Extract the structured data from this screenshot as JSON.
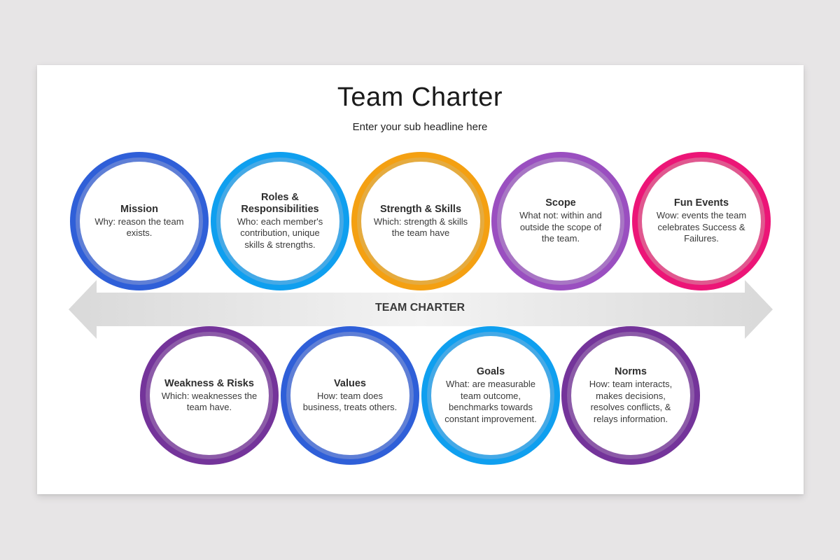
{
  "slide": {
    "title": "Team Charter",
    "subtitle": "Enter your sub headline here"
  },
  "arrow": {
    "label": "TEAM CHARTER",
    "color": "#dcdcdc"
  },
  "top_row": [
    {
      "title": "Mission",
      "desc": "Why: reason the team exists.",
      "outer": "#2f5fd8",
      "inner": "#5f7fd6"
    },
    {
      "title": "Roles & Responsibilities",
      "desc": "Who: each member's contribution, unique skills & strengths.",
      "outer": "#0f9fef",
      "inner": "#45a9e6"
    },
    {
      "title": "Strength & Skills",
      "desc": "Which: strength & skills the team have",
      "outer": "#f4a012",
      "inner": "#e5ab3f"
    },
    {
      "title": "Scope",
      "desc": "What not: within and outside the scope of the team.",
      "outer": "#9a4fc0",
      "inner": "#a876c4"
    },
    {
      "title": "Fun Events",
      "desc": "Wow: events the team celebrates Success & Failures.",
      "outer": "#ec1577",
      "inner": "#e0588f"
    }
  ],
  "bottom_row": [
    {
      "title": "Weakness & Risks",
      "desc": "Which: weaknesses the team have.",
      "outer": "#74349a",
      "inner": "#8c5ba8"
    },
    {
      "title": "Values",
      "desc": "How: team does business, treats others.",
      "outer": "#2f5fd8",
      "inner": "#5f7fd6"
    },
    {
      "title": "Goals",
      "desc": "What: are measurable team outcome, benchmarks towards constant improvement.",
      "outer": "#0f9fef",
      "inner": "#45a9e6"
    },
    {
      "title": "Norms",
      "desc": "How: team interacts, makes decisions, resolves conflicts, & relays information.",
      "outer": "#74349a",
      "inner": "#8c5ba8"
    }
  ]
}
